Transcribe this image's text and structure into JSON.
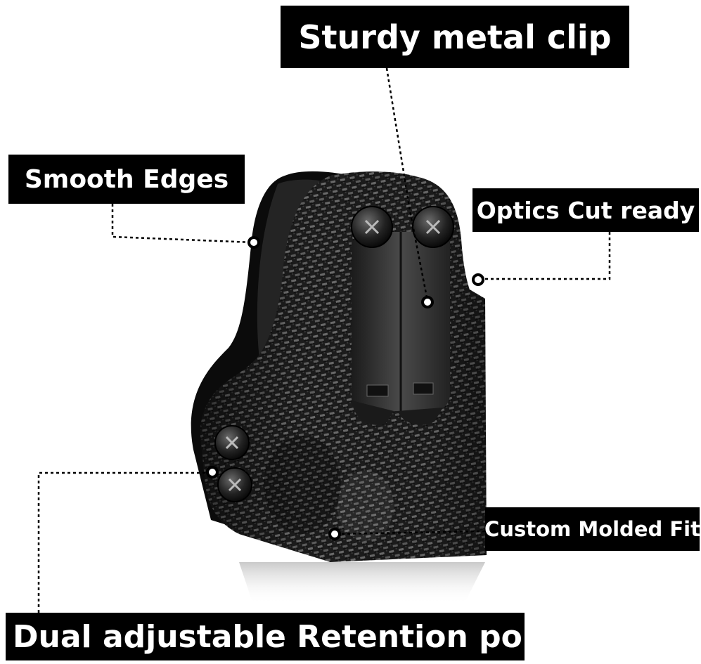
{
  "callouts": {
    "sturdy_metal_clip": "Sturdy metal clip",
    "smooth_edges": "Smooth Edges",
    "optics_cut_ready": "Optics Cut ready",
    "custom_molded_fit": "Custom Molded Fit",
    "dual_adjustable_retention": "Dual adjustable Retention point"
  },
  "colors": {
    "label_background": "#000000",
    "label_text": "#ffffff",
    "carbon_dark": "#1a1a1a",
    "carbon_light": "#5a5a5a",
    "clip_metal": "#2e2e2e"
  }
}
